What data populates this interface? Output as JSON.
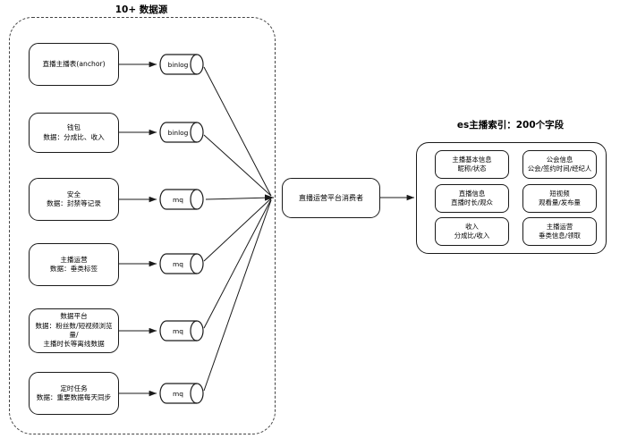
{
  "diagram": {
    "title_group": "10+ 数据源",
    "es_title": "es主播索引：200个字段",
    "consumer_label": "直播运营平台消费者",
    "sources": [
      {
        "name": "anchor-table",
        "line1": "直播主播表(anchor)",
        "line2": "",
        "queue": "binlog"
      },
      {
        "name": "wallet",
        "line1": "钱包",
        "line2": "数据：分成比、收入",
        "queue": "binlog"
      },
      {
        "name": "security",
        "line1": "安全",
        "line2": "数据：封禁等记录",
        "queue": "mq"
      },
      {
        "name": "anchor-operation",
        "line1": "主播运营",
        "line2": "数据：垂类标签",
        "queue": "mq"
      },
      {
        "name": "data-platform",
        "line1": "数据平台",
        "line2": "数据：粉丝数/短视频浏览量/",
        "line3": "主播时长等离线数据",
        "queue": "mq"
      },
      {
        "name": "scheduled-task",
        "line1": "定时任务",
        "line2": "数据：重要数据每天同步",
        "queue": "mq"
      }
    ],
    "es_fields": [
      {
        "name": "anchor-basic-info",
        "line1": "主播基本信息",
        "line2": "昵称/状态"
      },
      {
        "name": "guild-info",
        "line1": "公会信息",
        "line2": "公会/签约时间/经纪人"
      },
      {
        "name": "live-info",
        "line1": "直播信息",
        "line2": "直播时长/观众"
      },
      {
        "name": "short-video",
        "line1": "短视频",
        "line2": "观看量/发布量"
      },
      {
        "name": "income",
        "line1": "收入",
        "line2": "分成比/收入"
      },
      {
        "name": "anchor-operation-field",
        "line1": "主播运营",
        "line2": "垂类信息/领取"
      }
    ],
    "colors": {
      "stroke": "#1a1a1a",
      "dashed_stroke": "#444444",
      "background": "#ffffff",
      "text": "#000000"
    }
  }
}
